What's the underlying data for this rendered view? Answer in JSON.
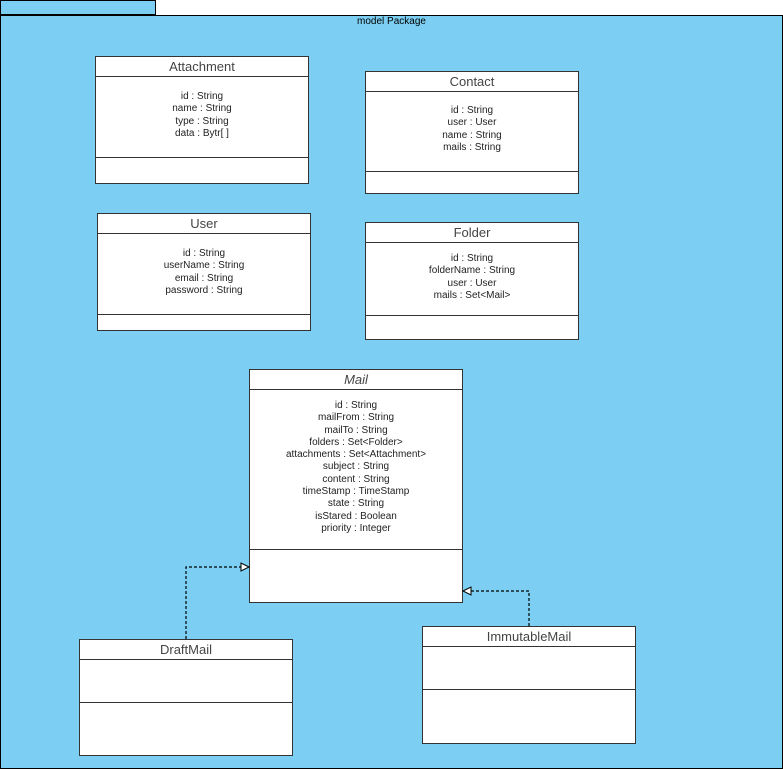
{
  "package": {
    "title": "model Package"
  },
  "classes": {
    "attachment": {
      "name": "Attachment",
      "attributes": [
        "id : String",
        "name : String",
        "type : String",
        "data : Bytr[ ]"
      ]
    },
    "contact": {
      "name": "Contact",
      "attributes": [
        "id : String",
        "user : User",
        "name : String",
        "mails : String"
      ]
    },
    "user": {
      "name": "User",
      "attributes": [
        "id : String",
        "userName : String",
        "email : String",
        "password : String"
      ]
    },
    "folder": {
      "name": "Folder",
      "attributes": [
        "id : String",
        "folderName : String",
        "user : User",
        "mails : Set<Mail>"
      ]
    },
    "mail": {
      "name": "Mail",
      "abstract": true,
      "attributes": [
        "id : String",
        "mailFrom : String",
        "mailTo : String",
        "folders : Set<Folder>",
        "attachments : Set<Attachment>",
        "subject : String",
        "content : String",
        "timeStamp : TimeStamp",
        "state : String",
        "isStared : Boolean",
        "priority : Integer"
      ]
    },
    "draftmail": {
      "name": "DraftMail",
      "attributes": []
    },
    "immutablemail": {
      "name": "ImmutableMail",
      "attributes": []
    }
  },
  "relations": [
    {
      "from": "DraftMail",
      "to": "Mail",
      "type": "realization"
    },
    {
      "from": "ImmutableMail",
      "to": "Mail",
      "type": "realization"
    }
  ]
}
